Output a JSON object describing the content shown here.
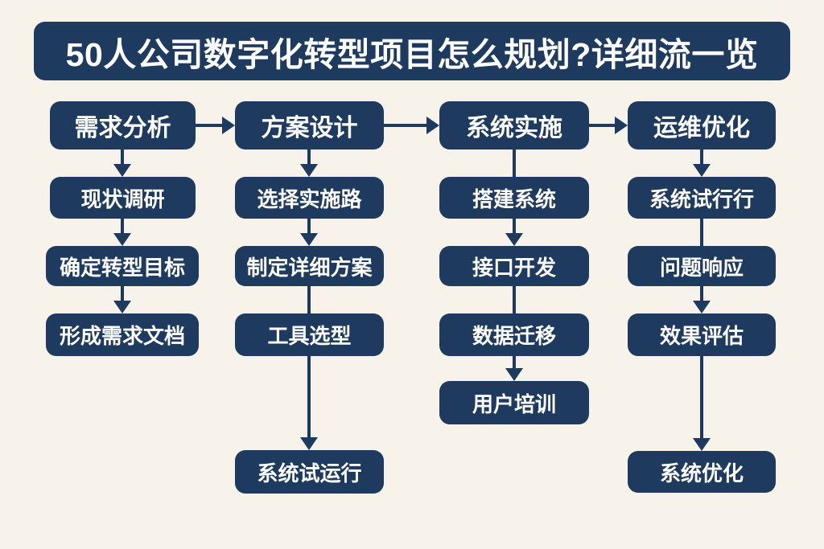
{
  "colors": {
    "background": "#f7f2ea",
    "node_fill": "#1e3a5f",
    "node_text": "#ffffff"
  },
  "title": {
    "text": "50人公司数字化转型项目怎么规划?详细流一览"
  },
  "flowchart": {
    "columns": [
      {
        "header": "需求分析",
        "steps": [
          "现状调研",
          "确定转型目标",
          "形成需求文档"
        ]
      },
      {
        "header": "方案设计",
        "steps": [
          "选择实施路",
          "制定详细方案",
          "工具选型",
          "系统试运行"
        ]
      },
      {
        "header": "系统实施",
        "steps": [
          "搭建系统",
          "接口开发",
          "数据迁移",
          "用户培训"
        ]
      },
      {
        "header": "运维优化",
        "steps": [
          "系统试行行",
          "问题响应",
          "效果评估",
          "系统优化"
        ]
      }
    ]
  }
}
